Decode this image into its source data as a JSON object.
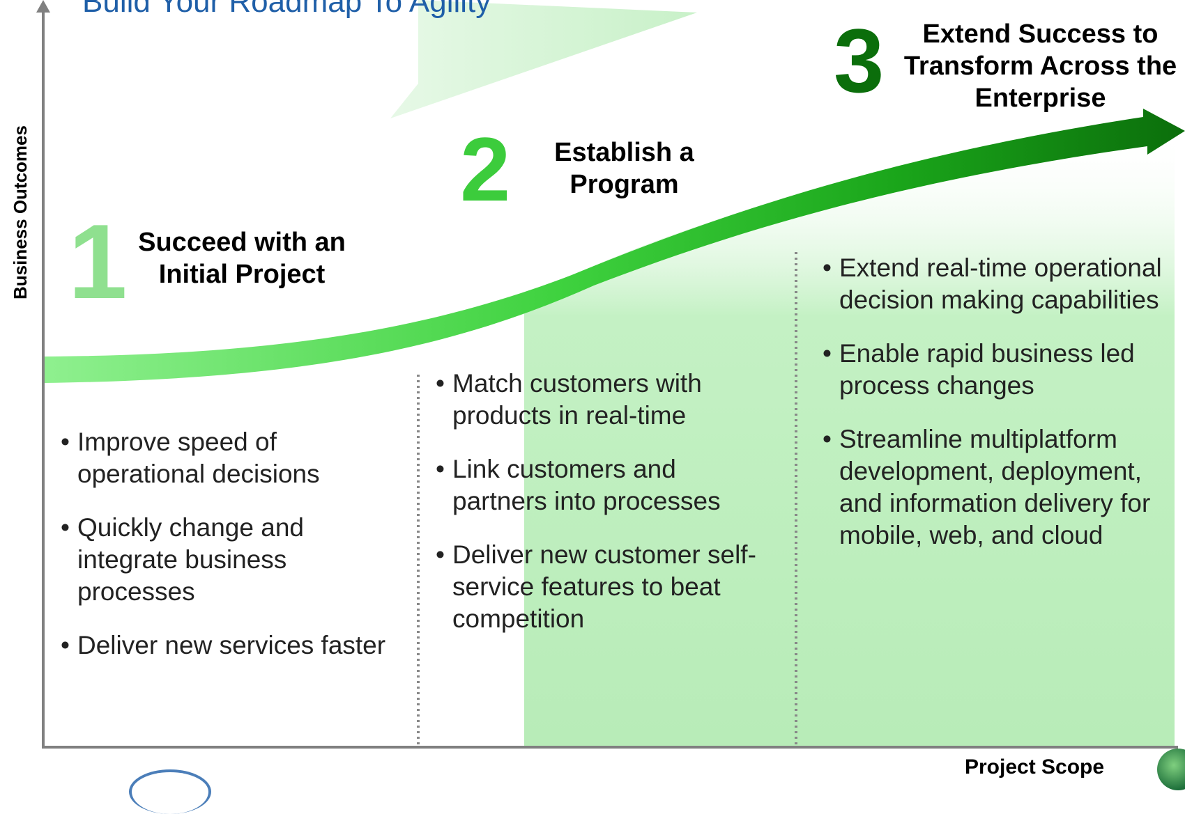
{
  "title": "Build Your Roadmap To Agility",
  "axes": {
    "y_label": "Business Outcomes",
    "x_label": "Project Scope"
  },
  "stages": [
    {
      "number": "1",
      "heading": "Succeed with an Initial Project",
      "bullets": [
        "Improve speed of operational decisions",
        "Quickly change and integrate business processes",
        "Deliver new services faster"
      ]
    },
    {
      "number": "2",
      "heading": "Establish a Program",
      "bullets": [
        "Match customers with products in real-time",
        "Link customers and partners into processes",
        "Deliver new customer self-service features to beat competition"
      ]
    },
    {
      "number": "3",
      "heading": "Extend Success to Transform Across the Enterprise",
      "bullets": [
        "Extend real-time operational decision making capabilities",
        "Enable rapid business led process changes",
        "Streamline multiplatform development, deployment, and information delivery for mobile, web, and cloud"
      ]
    }
  ],
  "colors": {
    "title": "#1f5fa8",
    "arrow_light": "#7fe07f",
    "arrow_dark": "#0b6e0b",
    "panel_green": "#c8f2c8"
  }
}
